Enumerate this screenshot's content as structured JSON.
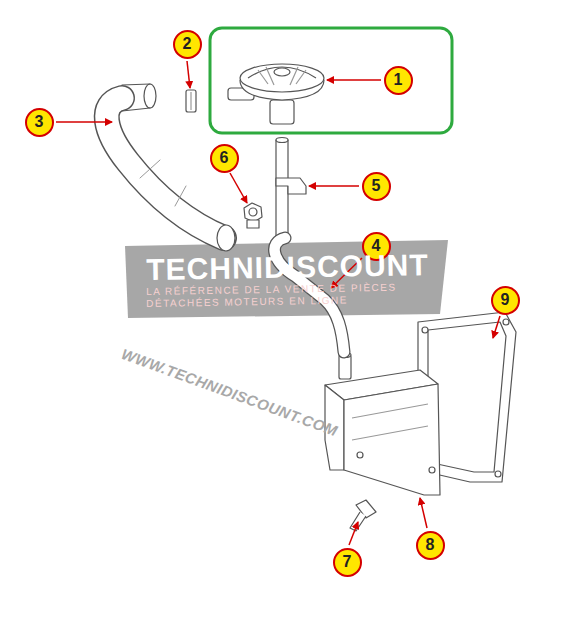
{
  "diagram": {
    "nodes": [
      {
        "text": [
          "2"
        ]
      },
      {
        "text": [
          "1"
        ]
      },
      {
        "text": [
          "3"
        ]
      },
      {
        "text": [
          "6"
        ]
      },
      {
        "text": [
          "5"
        ]
      },
      {
        "text": [
          "4"
        ]
      },
      {
        "text": [
          "9"
        ]
      },
      {
        "text": [
          "8"
        ]
      },
      {
        "text": [
          "7"
        ]
      }
    ],
    "labels": [
      "TECHNIDISCOUNT",
      "LA RÉFÉRENCE DE LA VENTE DE PIÈCES DÉTACHÉES MOTEURS EN LIGNE",
      "WWW.TECHNIDISCOUNT.COM"
    ]
  }
}
